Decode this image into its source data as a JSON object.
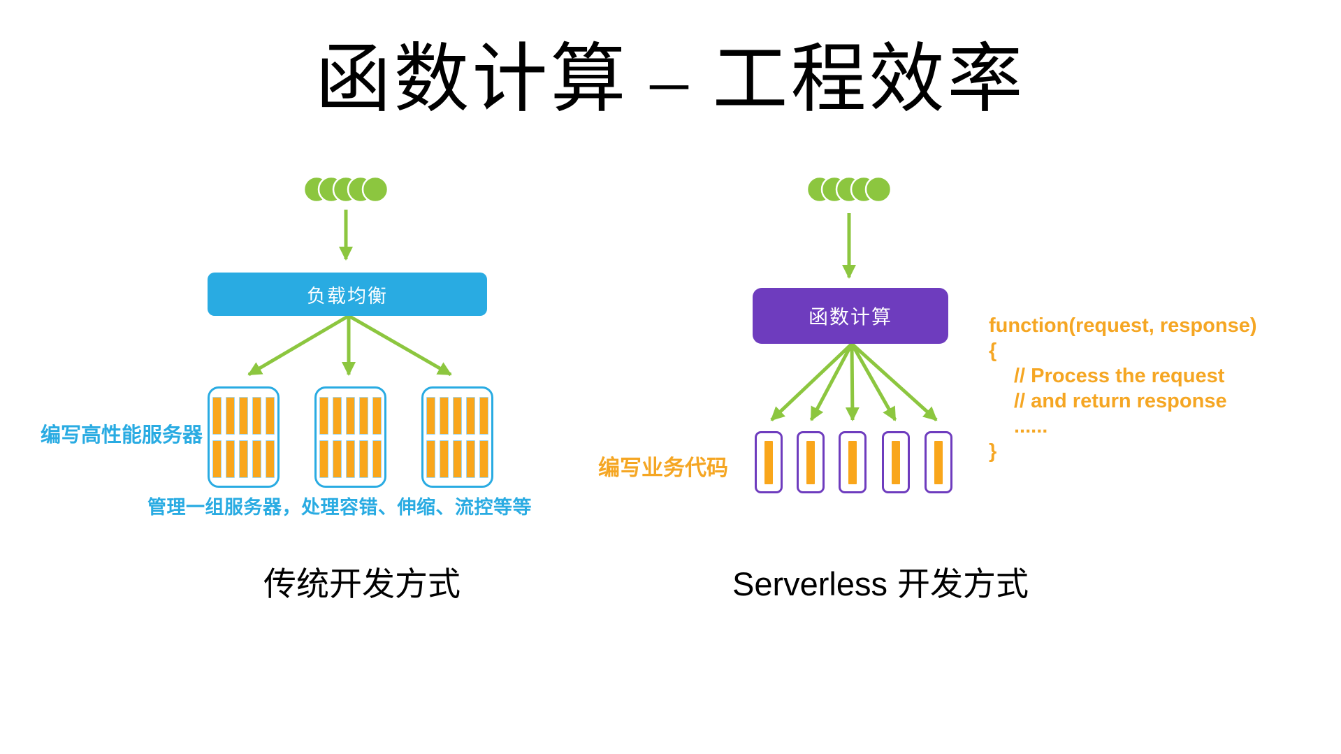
{
  "page": {
    "title": "函数计算 – 工程效率"
  },
  "colors": {
    "arrow_green": "#8CC63F",
    "load_balancer_blue": "#29ABE2",
    "function_compute_purple": "#6E3CBE",
    "code_gold": "#F5A623",
    "server_bar_yellow": "#F9A61B",
    "title_black": "#000000"
  },
  "left": {
    "load_balancer_label": "负载均衡",
    "write_servers_label": "编写高性能服务器",
    "manage_servers_label": "管理一组服务器，处理容错、伸缩、流控等等",
    "caption": "传统开发方式"
  },
  "right": {
    "function_compute_label": "函数计算",
    "write_code_label": "编写业务代码",
    "code_line_1": "function(request, response)",
    "code_line_2": "{",
    "code_line_3": "// Process the request",
    "code_line_4": "// and return response",
    "code_line_5": "......",
    "code_line_6": "}",
    "caption_en": "Serverless",
    "caption_zh": "开发方式"
  }
}
